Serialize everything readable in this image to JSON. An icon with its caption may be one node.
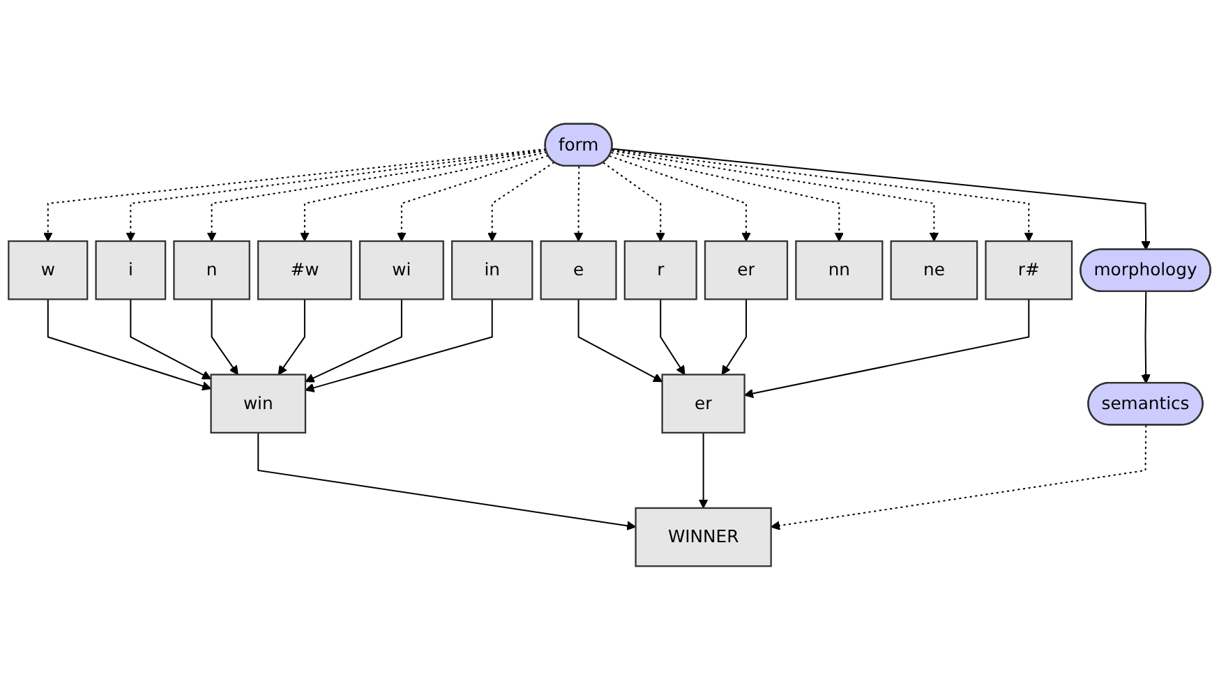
{
  "diagram": {
    "nodes": [
      {
        "text": [
          "form"
        ]
      },
      {
        "text": [
          "morphology"
        ]
      },
      {
        "text": [
          "semantics"
        ]
      },
      {
        "text": [
          "w"
        ]
      },
      {
        "text": [
          "i"
        ]
      },
      {
        "text": [
          "n"
        ]
      },
      {
        "text": [
          "e"
        ]
      },
      {
        "text": [
          "r"
        ]
      },
      {
        "text": [
          "#w"
        ]
      },
      {
        "text": [
          "wi"
        ]
      },
      {
        "text": [
          "in"
        ]
      },
      {
        "text": [
          "nn"
        ]
      },
      {
        "text": [
          "ne"
        ]
      },
      {
        "text": [
          "er"
        ]
      },
      {
        "text": [
          "r#"
        ]
      },
      {
        "text": [
          "win"
        ]
      },
      {
        "text": [
          "er"
        ]
      },
      {
        "text": [
          "WINNER"
        ]
      }
    ],
    "edges": [
      {
        "from": 0,
        "to": 1,
        "arrow": "to"
      },
      {
        "from": 1,
        "to": 2,
        "arrow": "to"
      },
      {
        "from": 0,
        "to": 3,
        "arrow": "to",
        "style": "dashed"
      },
      {
        "from": 0,
        "to": 4,
        "arrow": "to",
        "style": "dashed"
      },
      {
        "from": 0,
        "to": 5,
        "arrow": "to",
        "style": "dashed"
      },
      {
        "from": 0,
        "to": 6,
        "arrow": "to",
        "style": "dashed"
      },
      {
        "from": 0,
        "to": 7,
        "arrow": "to",
        "style": "dashed"
      },
      {
        "from": 0,
        "to": 8,
        "arrow": "to",
        "style": "dashed"
      },
      {
        "from": 0,
        "to": 9,
        "arrow": "to",
        "style": "dashed"
      },
      {
        "from": 0,
        "to": 10,
        "arrow": "to",
        "style": "dashed"
      },
      {
        "from": 0,
        "to": 11,
        "arrow": "to",
        "style": "dashed"
      },
      {
        "from": 0,
        "to": 12,
        "arrow": "to",
        "style": "dashed"
      },
      {
        "from": 0,
        "to": 13,
        "arrow": "to",
        "style": "dashed"
      },
      {
        "from": 0,
        "to": 14,
        "arrow": "to",
        "style": "dashed"
      },
      {
        "from": 3,
        "to": 15,
        "arrow": "to"
      },
      {
        "from": 4,
        "to": 15,
        "arrow": "to"
      },
      {
        "from": 5,
        "to": 15,
        "arrow": "to"
      },
      {
        "from": 6,
        "to": 16,
        "arrow": "to"
      },
      {
        "from": 7,
        "to": 16,
        "arrow": "to"
      },
      {
        "from": 8,
        "to": 15,
        "arrow": "to"
      },
      {
        "from": 9,
        "to": 15,
        "arrow": "to"
      },
      {
        "from": 10,
        "to": 15,
        "arrow": "to"
      },
      {
        "from": 13,
        "to": 16,
        "arrow": "to"
      },
      {
        "from": 14,
        "to": 16,
        "arrow": "to"
      },
      {
        "from": 15,
        "to": 17,
        "arrow": "to"
      },
      {
        "from": 16,
        "to": 17,
        "arrow": "to"
      },
      {
        "from": 2,
        "to": 17,
        "arrow": "to",
        "style": "dashed"
      }
    ]
  }
}
